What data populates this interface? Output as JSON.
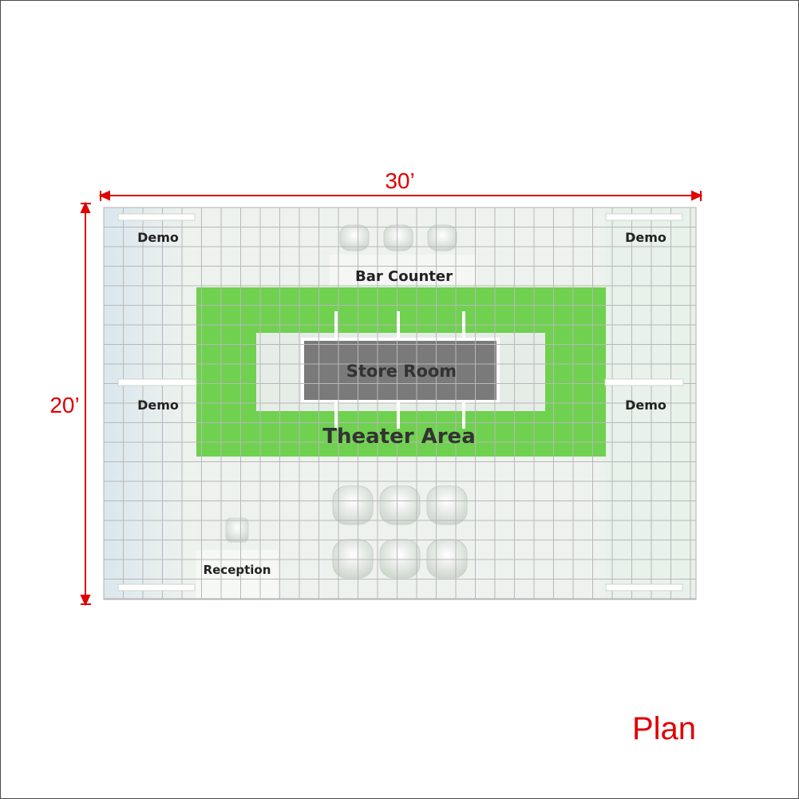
{
  "dimensions": {
    "width": "30’",
    "depth": "20’"
  },
  "zones": {
    "demo_top_left": "Demo",
    "demo_top_right": "Demo",
    "demo_mid_left": "Demo",
    "demo_mid_right": "Demo",
    "bar_counter": "Bar Counter",
    "store_room": "Store Room",
    "theater_area": "Theater Area",
    "reception": "Reception"
  },
  "view_label": "Plan",
  "colors": {
    "dimension": "#e00000",
    "theater_floor": "#6fd14f",
    "store_room": "#7a7a7a",
    "grid": "#b8b8b8"
  }
}
